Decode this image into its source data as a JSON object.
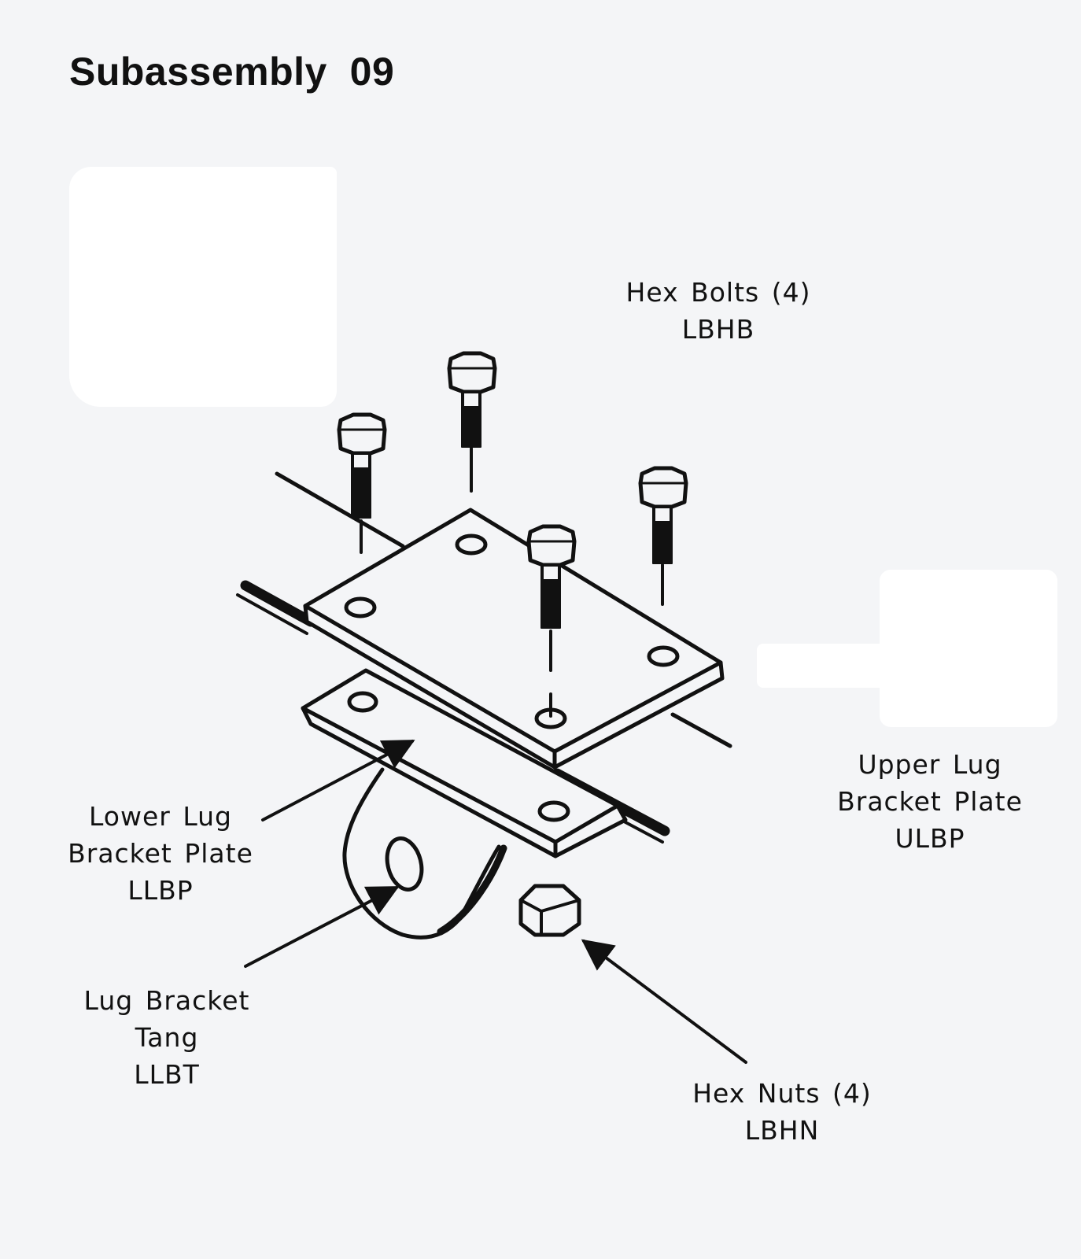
{
  "title": "Subassembly  09",
  "labels": {
    "hex_bolts": {
      "line1": "Hex Bolts (4)",
      "line2": "LBHB"
    },
    "upper_plate": {
      "line1": "Upper Lug",
      "line2": "Bracket Plate",
      "line3": "ULBP"
    },
    "lower_plate": {
      "line1": "Lower Lug",
      "line2": "Bracket Plate",
      "line3": "LLBP"
    },
    "tang": {
      "line1": "Lug Bracket",
      "line2": "Tang",
      "line3": "LLBT"
    },
    "hex_nuts": {
      "line1": "Hex Nuts (4)",
      "line2": "LBHN"
    }
  }
}
